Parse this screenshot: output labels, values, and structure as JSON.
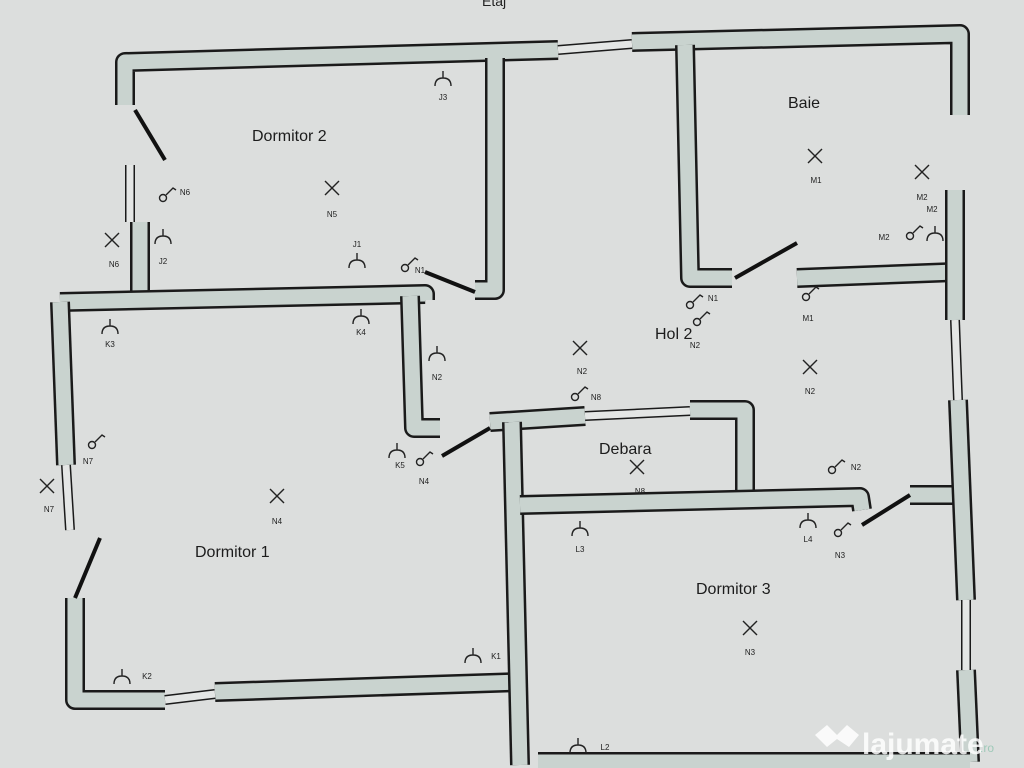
{
  "header": {
    "title": "Etaj"
  },
  "colors": {
    "paper": "#dcdedd",
    "wall_fill": "#c9d3cf",
    "ink": "#1a1a1a"
  },
  "rooms": [
    {
      "name": "Dormitor 2"
    },
    {
      "name": "Baie"
    },
    {
      "name": "Hol 2"
    },
    {
      "name": "Debara"
    },
    {
      "name": "Dormitor 1"
    },
    {
      "name": "Dormitor 3"
    }
  ],
  "fixtures": [
    {
      "label": "N5",
      "type": "light"
    },
    {
      "label": "N6",
      "type": "light"
    },
    {
      "label": "N4",
      "type": "light"
    },
    {
      "label": "N7",
      "type": "light"
    },
    {
      "label": "N2",
      "type": "light"
    },
    {
      "label": "N2",
      "type": "light"
    },
    {
      "label": "M1",
      "type": "light"
    },
    {
      "label": "M2",
      "type": "light"
    },
    {
      "label": "N8",
      "type": "light"
    },
    {
      "label": "N3",
      "type": "light"
    },
    {
      "label": "N6",
      "type": "switch"
    },
    {
      "label": "N7",
      "type": "switch"
    },
    {
      "label": "N1",
      "type": "switch"
    },
    {
      "label": "N8",
      "type": "switch"
    },
    {
      "label": "N4",
      "type": "switch"
    },
    {
      "label": "N1",
      "type": "switch"
    },
    {
      "label": "N2",
      "type": "switch"
    },
    {
      "label": "M1",
      "type": "switch"
    },
    {
      "label": "M2",
      "type": "switch"
    },
    {
      "label": "N2",
      "type": "switch"
    },
    {
      "label": "N3",
      "type": "switch"
    },
    {
      "label": "J3",
      "type": "socket"
    },
    {
      "label": "J2",
      "type": "socket"
    },
    {
      "label": "J1",
      "type": "socket"
    },
    {
      "label": "K3",
      "type": "socket"
    },
    {
      "label": "K4",
      "type": "socket"
    },
    {
      "label": "K5",
      "type": "socket"
    },
    {
      "label": "N2",
      "type": "socket"
    },
    {
      "label": "K1",
      "type": "socket"
    },
    {
      "label": "K2",
      "type": "socket"
    },
    {
      "label": "L3",
      "type": "socket"
    },
    {
      "label": "L4",
      "type": "socket"
    },
    {
      "label": "L2",
      "type": "socket"
    },
    {
      "label": "M2",
      "type": "socket"
    }
  ],
  "watermark": {
    "brand": "lajumate",
    "tld": ".ro"
  }
}
